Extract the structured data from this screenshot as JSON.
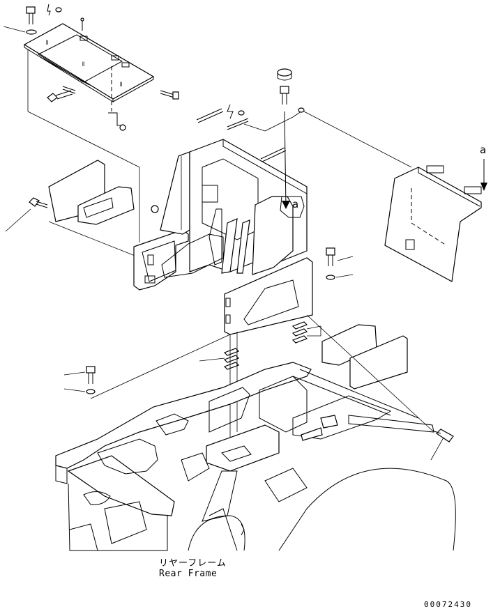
{
  "diagram": {
    "caption_japanese": "リヤーフレーム",
    "caption_english": "Rear Frame",
    "drawing_number": "00072430",
    "view_label_top": "a",
    "view_label_center": "a"
  }
}
